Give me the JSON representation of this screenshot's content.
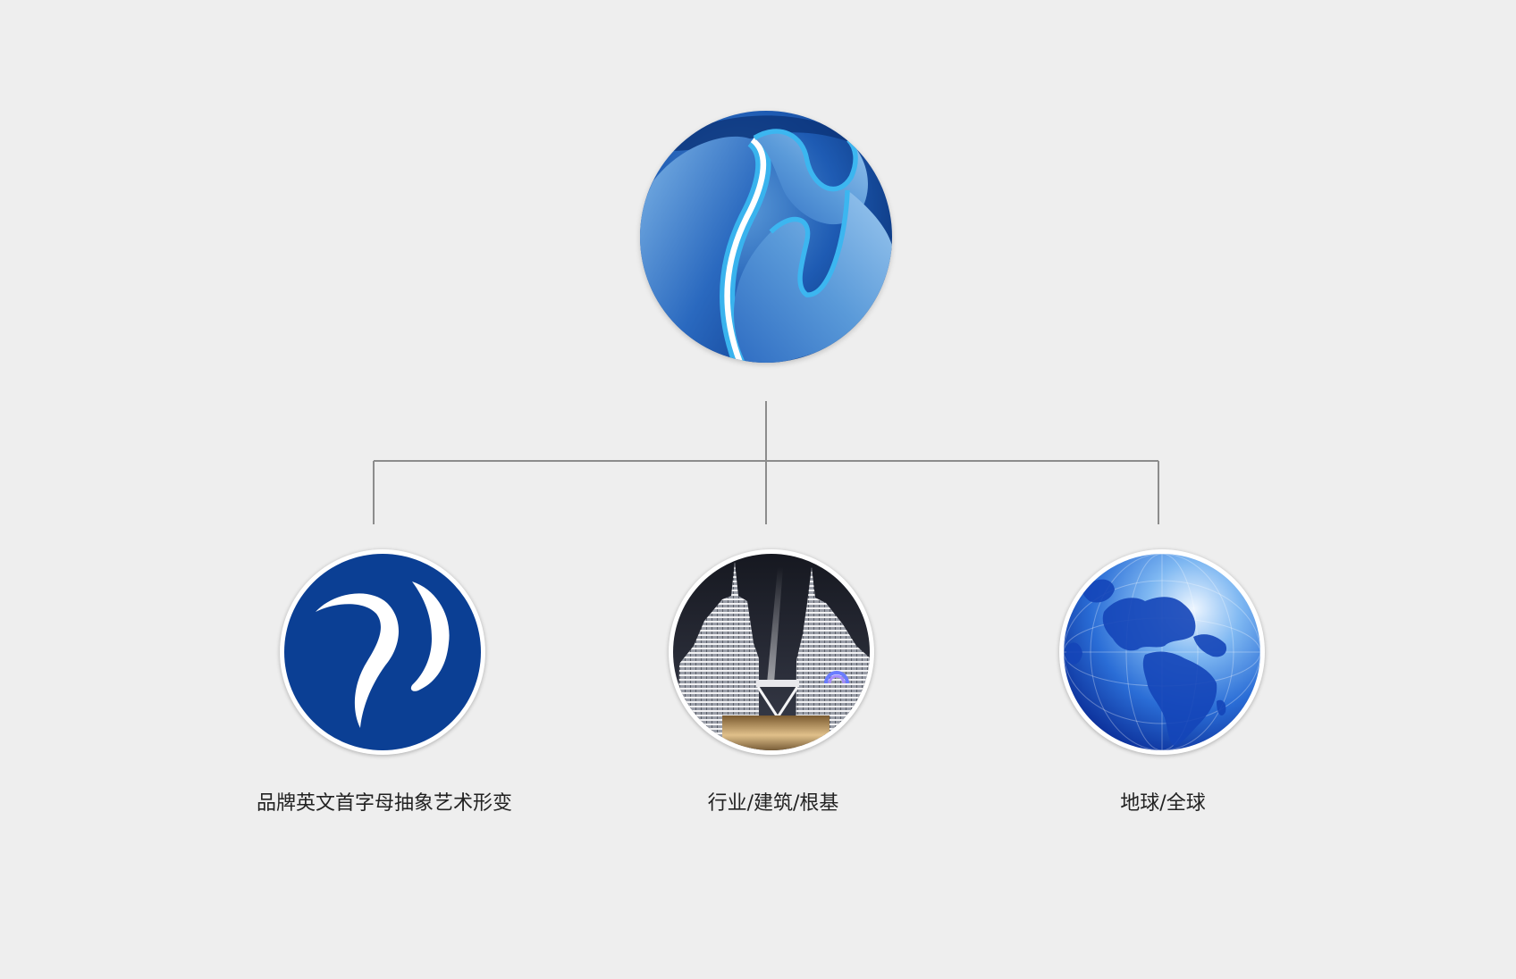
{
  "colors": {
    "background": "#eeeeee",
    "connector": "#8c8c8c",
    "brand_blue": "#0b3f94",
    "label_text": "#222222"
  },
  "main_logo": {
    "icon": "brand-logo-icon"
  },
  "nodes": [
    {
      "label": "品牌英文首字母抽象艺术形变",
      "icon": "letter-mark-icon"
    },
    {
      "label": "行业/建筑/根基",
      "icon": "twin-towers-photo-icon"
    },
    {
      "label": "地球/全球",
      "icon": "globe-icon"
    }
  ]
}
